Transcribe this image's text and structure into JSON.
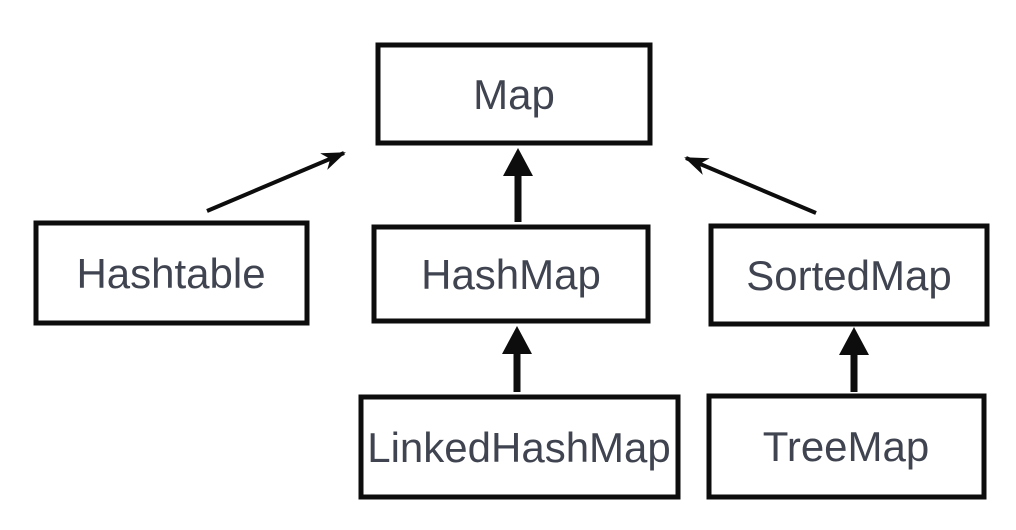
{
  "diagram": {
    "type": "class-hierarchy",
    "background": "#ffffff",
    "colors": {
      "box_border": "#0d0d0d",
      "box_fill": "#ffffff",
      "text": "#3f4450",
      "arrow": "#0d0d0d"
    },
    "nodes": [
      {
        "id": "map",
        "label": "Map"
      },
      {
        "id": "hashtable",
        "label": "Hashtable"
      },
      {
        "id": "hashmap",
        "label": "HashMap"
      },
      {
        "id": "sortedmap",
        "label": "SortedMap"
      },
      {
        "id": "linkedhashmap",
        "label": "LinkedHashMap"
      },
      {
        "id": "treemap",
        "label": "TreeMap"
      }
    ],
    "edges": [
      {
        "from": "Hashtable",
        "to": "Map"
      },
      {
        "from": "HashMap",
        "to": "Map"
      },
      {
        "from": "SortedMap",
        "to": "Map"
      },
      {
        "from": "LinkedHashMap",
        "to": "HashMap"
      },
      {
        "from": "TreeMap",
        "to": "SortedMap"
      }
    ]
  }
}
